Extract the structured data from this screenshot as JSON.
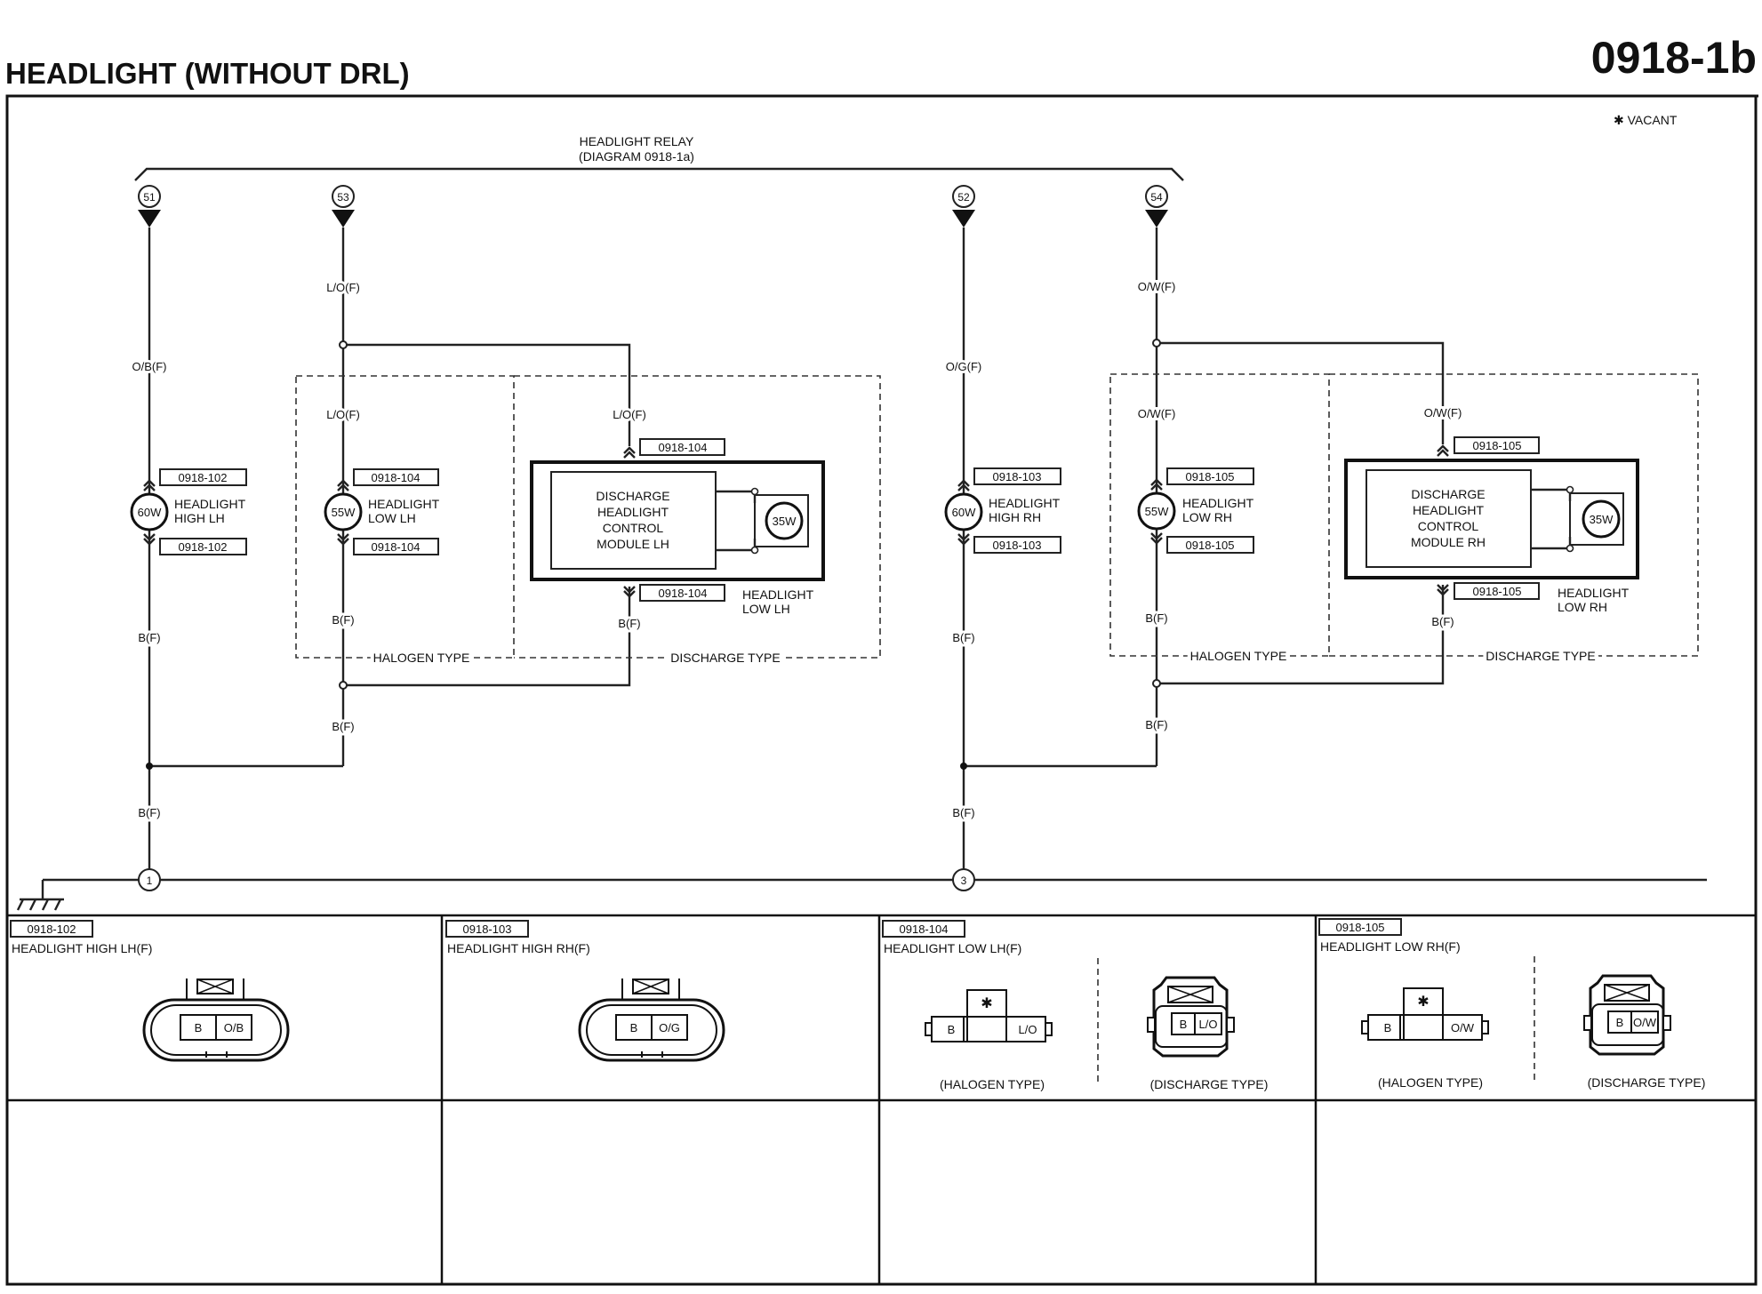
{
  "page": {
    "title": "HEADLIGHT (WITHOUT DRL)",
    "diagram_number": "0918-1b",
    "vacant_note": "✱ VACANT"
  },
  "relay": {
    "name": "HEADLIGHT RELAY",
    "ref": "(DIAGRAM 0918-1a)"
  },
  "terminals": [
    "51",
    "53",
    "52",
    "54"
  ],
  "grounds": [
    "1",
    "3"
  ],
  "wires": {
    "ob": "O/B(F)",
    "lo": "L/O(F)",
    "og": "O/G(F)",
    "ow": "O/W(F)",
    "b": "B(F)"
  },
  "lamps": {
    "high_lh": {
      "watt": "60W",
      "name1": "HEADLIGHT",
      "name2": "HIGH LH",
      "conn": "0918-102"
    },
    "low_lh": {
      "watt": "55W",
      "name1": "HEADLIGHT",
      "name2": "LOW LH",
      "conn": "0918-104"
    },
    "high_rh": {
      "watt": "60W",
      "name1": "HEADLIGHT",
      "name2": "HIGH RH",
      "conn": "0918-103"
    },
    "low_rh": {
      "watt": "55W",
      "name1": "HEADLIGHT",
      "name2": "LOW RH",
      "conn": "0918-105"
    }
  },
  "modules": {
    "lh": {
      "lines": [
        "DISCHARGE",
        "HEADLIGHT",
        "CONTROL",
        "MODULE LH"
      ],
      "watt": "35W",
      "conn": "0918-104",
      "label1": "HEADLIGHT",
      "label2": "LOW LH"
    },
    "rh": {
      "lines": [
        "DISCHARGE",
        "HEADLIGHT",
        "CONTROL",
        "MODULE RH"
      ],
      "watt": "35W",
      "conn": "0918-105",
      "label1": "HEADLIGHT",
      "label2": "LOW RH"
    }
  },
  "types": {
    "halogen": "HALOGEN TYPE",
    "discharge": "DISCHARGE TYPE"
  },
  "connectors": [
    {
      "id": "0918-102",
      "name": "HEADLIGHT HIGH LH(F)",
      "pins": [
        "B",
        "O/B"
      ]
    },
    {
      "id": "0918-103",
      "name": "HEADLIGHT HIGH RH(F)",
      "pins": [
        "B",
        "O/G"
      ]
    },
    {
      "id": "0918-104",
      "name": "HEADLIGHT LOW LH(F)",
      "halogen_pins": [
        "B",
        "L/O"
      ],
      "discharge_pins": [
        "B",
        "L/O"
      ],
      "vacant": "✱",
      "halogen_caption": "(HALOGEN TYPE)",
      "discharge_caption": "(DISCHARGE TYPE)"
    },
    {
      "id": "0918-105",
      "name": "HEADLIGHT LOW RH(F)",
      "halogen_pins": [
        "B",
        "O/W"
      ],
      "discharge_pins": [
        "B",
        "O/W"
      ],
      "vacant": "✱",
      "halogen_caption": "(HALOGEN TYPE)",
      "discharge_caption": "(DISCHARGE TYPE)"
    }
  ]
}
